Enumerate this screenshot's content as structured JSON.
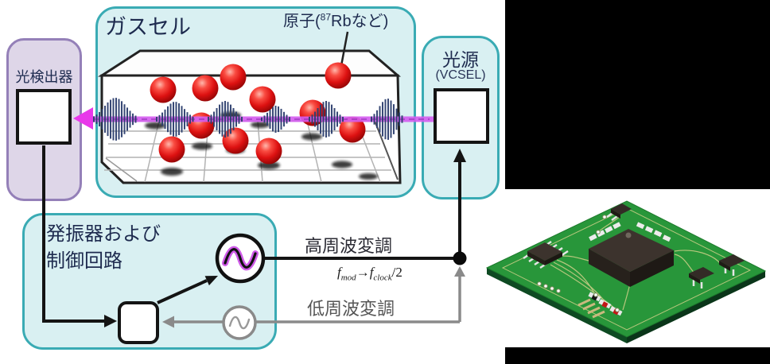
{
  "diagram": {
    "photodetector": {
      "label": "光検出器"
    },
    "gas_cell": {
      "title": "ガスセル",
      "atom_label": {
        "prefix": "原子(",
        "superscript": "87",
        "suffix": "Rbなど)"
      }
    },
    "light_source": {
      "title": "光源",
      "subtitle": "(VCSEL)"
    },
    "oscillator_box": {
      "line1": "発振器および",
      "line2": "制御回路"
    },
    "signal_labels": {
      "high_freq": "高周波変調",
      "low_freq": "低周波変調",
      "formula": {
        "f1": "f",
        "sub1": "mod",
        "arrow": "→",
        "f2": "f",
        "sub2": "clock",
        "tail": "/2"
      }
    },
    "colors": {
      "panel_cyan": "#d9f0f2",
      "panel_border_teal": "#3aabb4",
      "panel_lavender": "#ded6e8",
      "panel_border_purple": "#9480b8",
      "beam_magenta": "#d45cf0",
      "wave_navy": "#2d3f6e",
      "atom_red": "#dd1111",
      "line_black": "#141414",
      "line_gray": "#8a8a8a",
      "pcb_green": "#28963a",
      "chip_brown": "#3c332d"
    },
    "icons": {
      "high_freq_oscillator": "sine-wave-icon",
      "low_freq_oscillator": "sine-wave-icon",
      "laser_beam": "beam-arrow-icon"
    }
  }
}
